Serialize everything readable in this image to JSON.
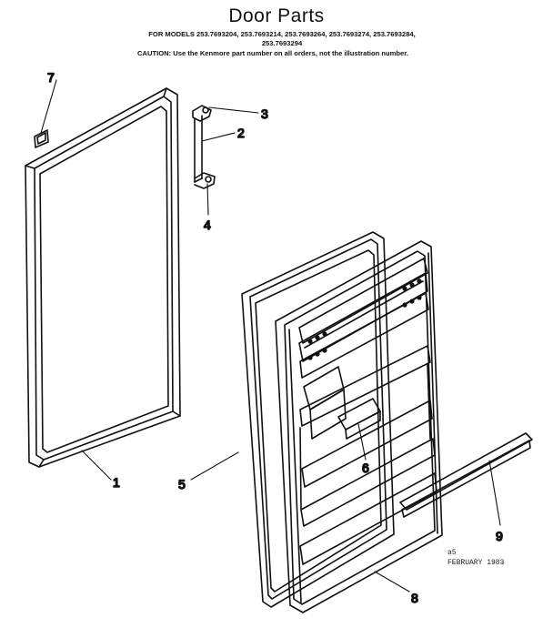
{
  "header": {
    "title": "Door Parts",
    "models_line1": "FOR MODELS 253.7693204, 253.7693214, 253.7693264, 253.7693274, 253.7693284,",
    "models_line2": "253.7693294",
    "caution": "CAUTION: Use the Kenmore part number on all orders, not the illustration number."
  },
  "callouts": {
    "c1": "1",
    "c2": "2",
    "c3": "3",
    "c4": "4",
    "c5": "5",
    "c6": "6",
    "c7": "7",
    "c8": "8",
    "c9": "9"
  },
  "footer": {
    "code": "a5",
    "date": "FEBRUARY 1983"
  }
}
